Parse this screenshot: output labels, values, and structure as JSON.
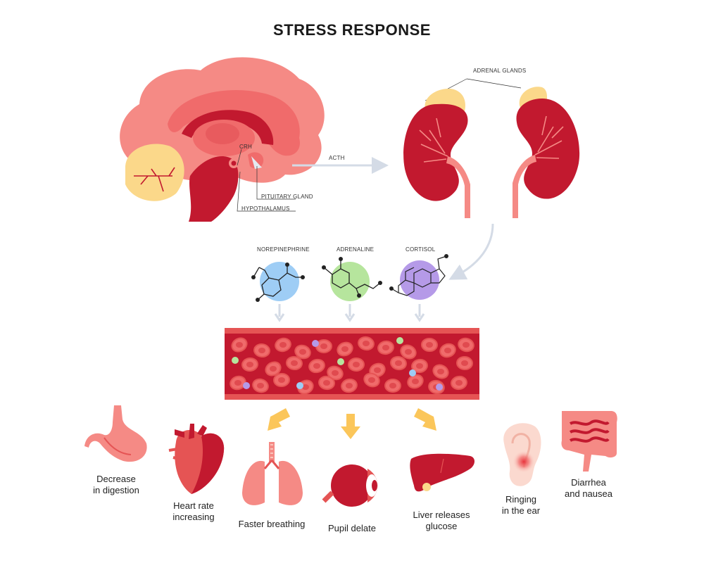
{
  "title": "STRESS RESPONSE",
  "brain": {
    "crh": "CRH",
    "pituitary": "PITUITARY GLAND",
    "hypothalamus": "HYPOTHALAMUS"
  },
  "acth": "ACTH",
  "adrenal": "ADRENAL GLANDS",
  "hormones": [
    "NOREPINEPHRINE",
    "ADRENALINE",
    "CORTISOL"
  ],
  "effects": {
    "digestion": [
      "Decrease",
      "in digestion"
    ],
    "heart": [
      "Heart rate",
      "increasing"
    ],
    "breathing": [
      "Faster breathing"
    ],
    "pupil": [
      "Pupil delate"
    ],
    "liver": [
      "Liver releases",
      "glucose"
    ],
    "ear": [
      "Ringing",
      "in the ear"
    ],
    "intestine": [
      "Diarrhea",
      "and nausea"
    ]
  },
  "colors": {
    "brain_pink": "#f58a85",
    "dark_red": "#c2192f",
    "fat_yellow": "#fbd88a",
    "arrow_grey": "#d4dbe6",
    "arrow_yellow": "#fbc65a",
    "norepinephrine": "#9ecdf5",
    "adrenaline": "#b6e59d",
    "cortisol": "#b59ae8"
  },
  "icons": [
    "brain-icon",
    "kidney-icon",
    "molecule-icon",
    "blood-vessel-icon",
    "stomach-icon",
    "heart-icon",
    "lungs-icon",
    "eye-icon",
    "liver-icon",
    "ear-icon",
    "intestine-icon"
  ]
}
